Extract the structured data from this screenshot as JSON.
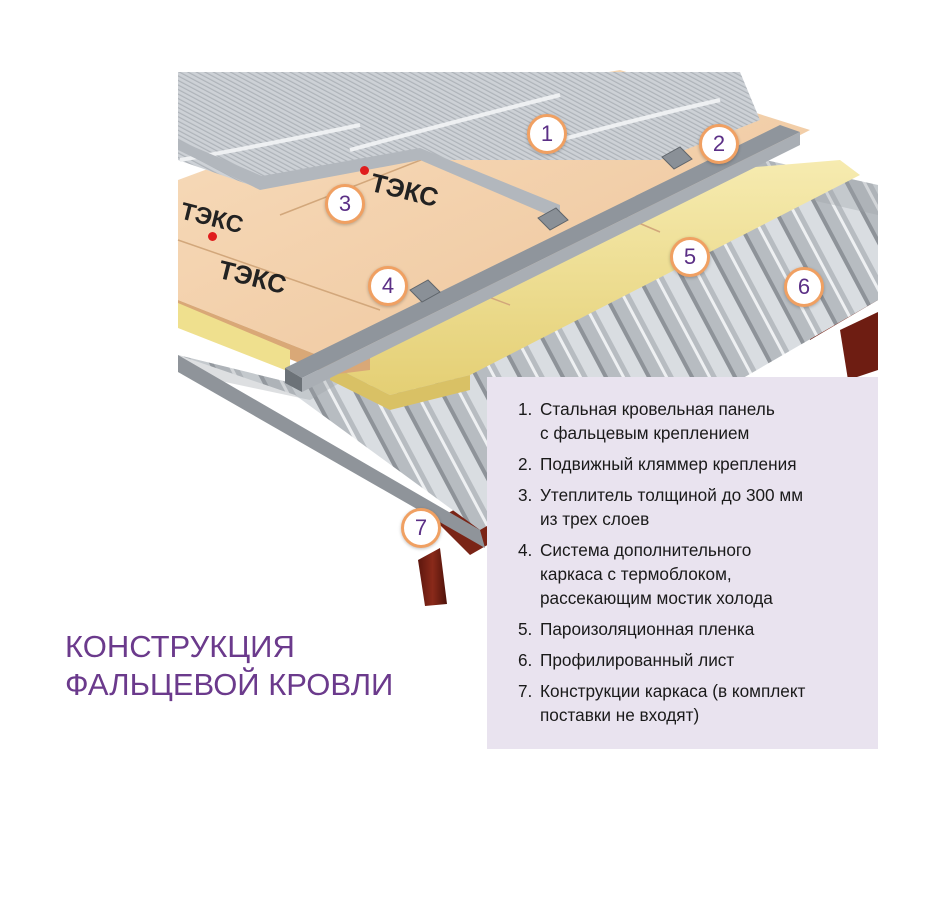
{
  "callouts": [
    "1",
    "2",
    "3",
    "4",
    "5",
    "6",
    "7"
  ],
  "brand_marks": [
    "ТЭКС",
    "ТЭКС",
    "ТЭКС"
  ],
  "legend": [
    {
      "num": "1.",
      "text": "Стальная кровельная панель\nс фальцевым креплением"
    },
    {
      "num": "2.",
      "text": "Подвижный кляммер крепления"
    },
    {
      "num": "3.",
      "text": "Утеплитель толщиной до 300 мм\nиз трех слоев"
    },
    {
      "num": "4.",
      "text": "Система дополнительного\nкаркаса с термоблоком,\nрассекающим мостик холода"
    },
    {
      "num": "5.",
      "text": "Пароизоляционная пленка"
    },
    {
      "num": "6.",
      "text": "Профилированный лист"
    },
    {
      "num": "7.",
      "text": "Конструкции каркаса (в комплект\nпоставки не входят)"
    }
  ],
  "title": {
    "line1": "КОНСТРУКЦИЯ",
    "line2": "ФАЛЬЦЕВОЙ КРОВЛИ"
  },
  "colors": {
    "callout_border": "#f0a062",
    "callout_text": "#5b2f86",
    "title": "#6b3a8c",
    "legend_bg": "#e9e3ef",
    "insulation_board": "#f3cfa6",
    "mineral_wool": "#f2e39a",
    "steel_panel": "#c9cdd2",
    "profiled_sheet": "#9ea3a8",
    "frame_beam": "#6e1d12"
  }
}
